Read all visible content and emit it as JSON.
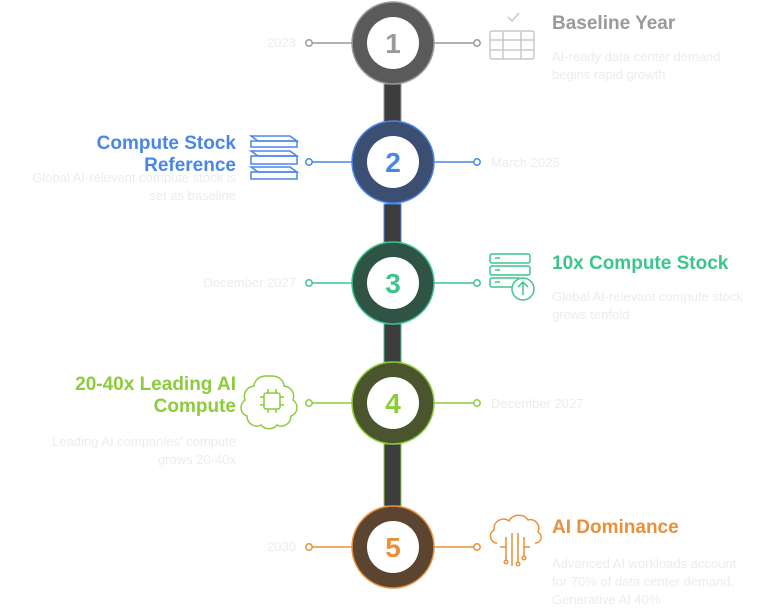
{
  "colors": {
    "step1": "#9a9a9a",
    "step2": "#4a86e8",
    "step3": "#3cc58e",
    "step4": "#8ccc3c",
    "step5": "#e8913a",
    "connector_dark": "#3d3d3d",
    "faint_text": "#ececec"
  },
  "steps": [
    {
      "number": "1",
      "title": "Baseline Year",
      "description": [
        "AI-ready data center demand",
        "begins rapid growth"
      ],
      "date": "2023",
      "icon": "server-rack-check-icon"
    },
    {
      "number": "2",
      "title": "Compute Stock Reference",
      "description": [
        "Global AI-relevant compute stock is",
        "set as baseline"
      ],
      "date": "March 2025",
      "icon": "stacked-layers-icon"
    },
    {
      "number": "3",
      "title": "10x Compute Stock",
      "description": [
        "Global AI-relevant compute stock",
        "grows tenfold"
      ],
      "date": "December 2027",
      "icon": "server-upload-icon"
    },
    {
      "number": "4",
      "title_lines": [
        "20-40x Leading AI",
        "Compute"
      ],
      "description": [
        "Leading AI companies' compute",
        "grows 20-40x"
      ],
      "date": "December 2027",
      "icon": "ai-chip-brain-icon"
    },
    {
      "number": "5",
      "title": "AI Dominance",
      "description": [
        "Advanced AI workloads account",
        "for 70% of data center demand,",
        "Generative AI 40%"
      ],
      "date": "2030",
      "icon": "cloud-circuit-icon"
    }
  ]
}
